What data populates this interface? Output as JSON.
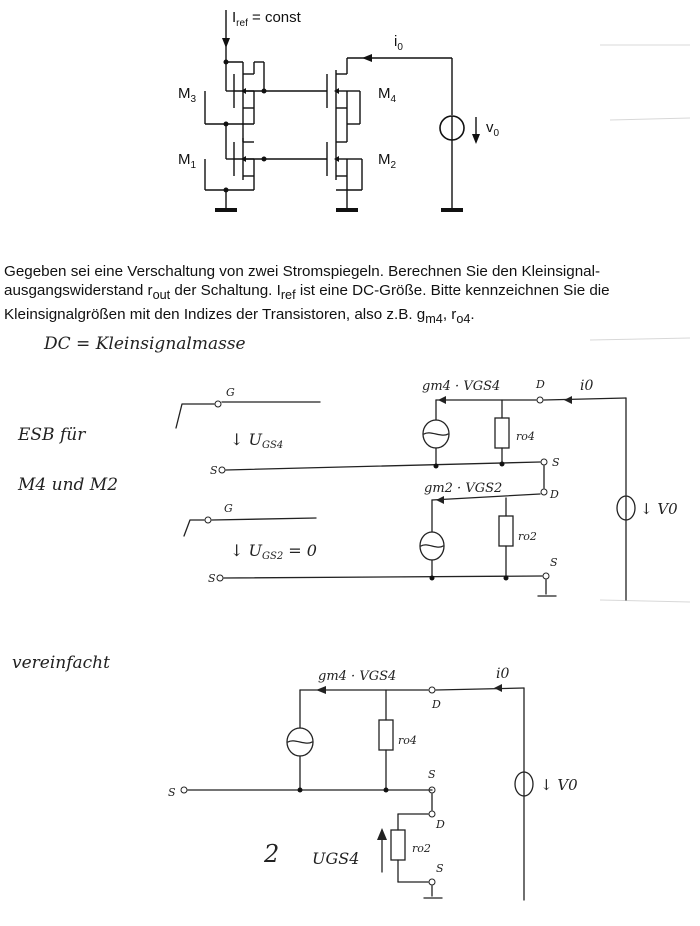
{
  "circuit": {
    "iref_label": "I",
    "iref_sub": "ref",
    "iref_suffix": " = const",
    "io_label": "i",
    "io_sub": "0",
    "vo_label": "v",
    "vo_sub": "0",
    "m3": "M",
    "m3_sub": "3",
    "m4": "M",
    "m4_sub": "4",
    "m1": "M",
    "m1_sub": "1",
    "m2": "M",
    "m2_sub": "2"
  },
  "task": {
    "p1": "Gegeben sei eine Verschaltung von zwei Stromspiegeln. Berechnen Sie den Kleinsignal-ausgangswiderstand r",
    "rout_sub": "out",
    "p2": " der Schaltung. I",
    "iref_sub": "ref",
    "p3": " ist eine DC-Größe. Bitte kennzeichnen Sie die Kleinsignalgrößen mit den Indizes der Transistoren, also z.B. g",
    "gm4_sub": "m4",
    "p4": ", r",
    "ro4_sub": "o4",
    "p5": "."
  },
  "notes": {
    "dc_note": "DC = Kleinsignalmasse",
    "esb_line1": "ESB für",
    "esb_line2": "M4 und M2",
    "vereinfacht": "vereinfacht"
  },
  "esb": {
    "g_top": "G",
    "s_top": "S",
    "vgs4": "↓ U",
    "vgs4_sub": "GS4",
    "g_bot": "G",
    "s_bot": "S",
    "vgs2": "↓ U",
    "vgs2_sub": "GS2",
    "vgs2_suffix": " = 0",
    "gm4vgs4": "gm4 · VGS4",
    "gm2vgs2": "gm2 · VGS2",
    "ro4": "ro4",
    "ro2": "ro2",
    "d_top": "D",
    "s_mid": "S",
    "d_mid": "D",
    "s_low": "S",
    "io": "i0",
    "vo": "↓ V0"
  },
  "simplified": {
    "gm4vgs4": "gm4 · VGS4",
    "io": "i0",
    "d_top": "D",
    "ro4": "ro4",
    "s_left": "S",
    "s_right": "S",
    "d_lower": "D",
    "ro2": "ro2",
    "s_bottom": "S",
    "vgs4": "UGS4",
    "vo": "↓ V0",
    "mark": "2"
  }
}
